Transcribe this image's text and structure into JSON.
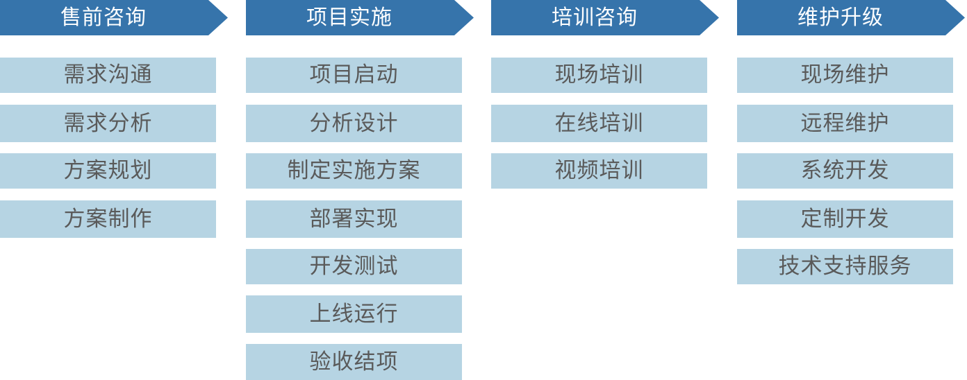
{
  "stages": [
    {
      "title": "售前咨询",
      "items": [
        "需求沟通",
        "需求分析",
        "方案规划",
        "方案制作"
      ]
    },
    {
      "title": "项目实施",
      "items": [
        "项目启动",
        "分析设计",
        "制定实施方案",
        "部署实现",
        "开发测试",
        "上线运行",
        "验收结项"
      ]
    },
    {
      "title": "培训咨询",
      "items": [
        "现场培训",
        "在线培训",
        "视频培训"
      ]
    },
    {
      "title": "维护升级",
      "items": [
        "现场维护",
        "远程维护",
        "系统开发",
        "定制开发",
        "技术支持服务"
      ]
    }
  ],
  "colors": {
    "header": "#3674ab",
    "item": "#b6d4e3",
    "item_text": "#5a5a5a",
    "header_text": "#ffffff"
  }
}
